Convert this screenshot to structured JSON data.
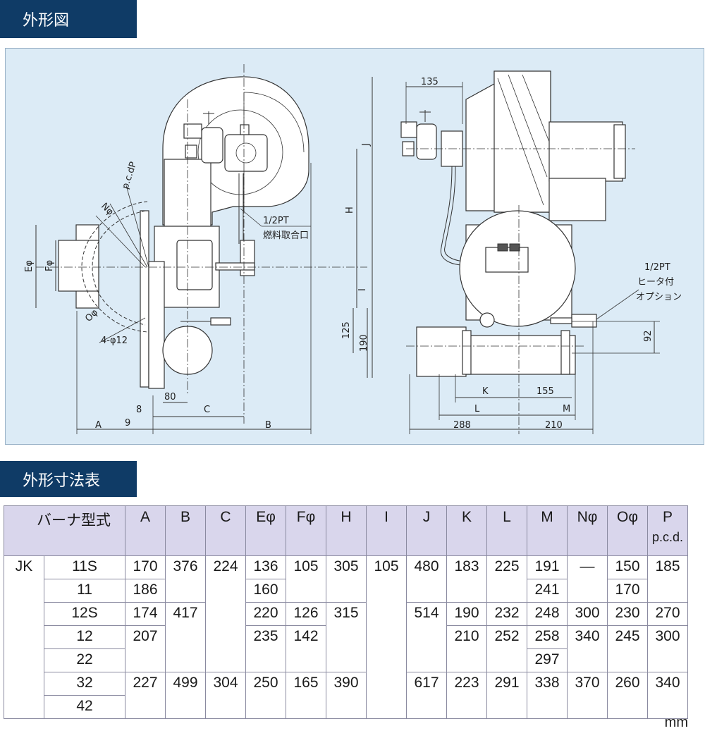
{
  "sections": {
    "outline_title": "外形図",
    "table_title": "外形寸法表"
  },
  "diagram": {
    "left_view": {
      "labels": [
        "p.c.dP",
        "Nφ",
        "Eφ",
        "Fφ",
        "Oφ",
        "4-φ12",
        "1/2PT",
        "燃料取合口",
        "J",
        "H",
        "I",
        "125",
        "190",
        "80",
        "8",
        "9",
        "A",
        "C",
        "B"
      ]
    },
    "right_view": {
      "labels": [
        "135",
        "1/2PT",
        "ヒータ付",
        "オプション",
        "92",
        "K",
        "155",
        "L",
        "M",
        "288",
        "210"
      ]
    }
  },
  "table": {
    "headers": [
      "バーナ型式",
      "A",
      "B",
      "C",
      "Eφ",
      "Fφ",
      "H",
      "I",
      "J",
      "K",
      "L",
      "M",
      "Nφ",
      "Oφ",
      "P"
    ],
    "p_sub": "p.c.d.",
    "series": "JK",
    "rows": [
      {
        "model": "11S",
        "A": "170",
        "B": "376",
        "C": "224",
        "E": "136",
        "F": "105",
        "H": "305",
        "I": "105",
        "J": "480",
        "K": "183",
        "L": "225",
        "M": "191",
        "N": "—",
        "O": "150",
        "P": "185"
      },
      {
        "model": "11",
        "A": "186",
        "E": "160",
        "M": "241",
        "O": "170"
      },
      {
        "model": "12S",
        "A": "174",
        "B": "417",
        "E": "220",
        "F": "126",
        "H": "315",
        "J": "514",
        "K": "190",
        "L": "232",
        "M": "248",
        "N": "300",
        "O": "230",
        "P": "270"
      },
      {
        "model": "12",
        "A": "207",
        "E": "235",
        "F": "142",
        "K": "210",
        "L": "252",
        "M": "258",
        "N": "340",
        "O": "245",
        "P": "300"
      },
      {
        "model": "22",
        "M": "297"
      },
      {
        "model": "32",
        "A": "227",
        "B": "499",
        "C": "304",
        "E": "250",
        "F": "165",
        "H": "390",
        "J": "617",
        "K": "223",
        "L": "291",
        "M": "338",
        "N": "370",
        "O": "260",
        "P": "340"
      },
      {
        "model": "42"
      }
    ],
    "unit": "mm"
  }
}
